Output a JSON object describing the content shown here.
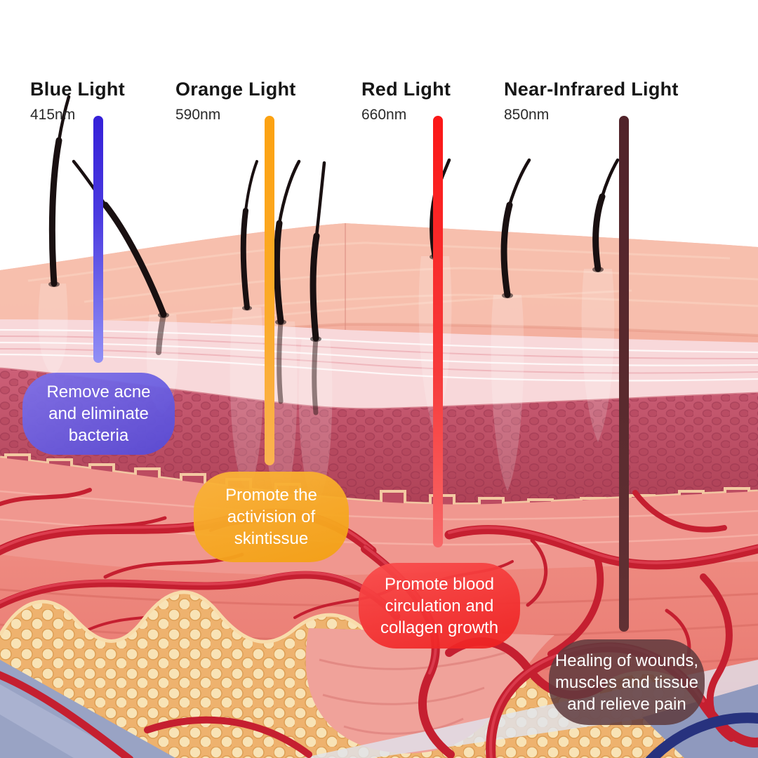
{
  "lights": [
    {
      "id": "blue",
      "name": "Blue Light",
      "wavelength": "415nm",
      "benefit": "Remove acne\nand eliminate\nbacteria",
      "beam_color_top": "#3520d8",
      "beam_color_bottom": "#9290f5",
      "bubble_color": "#6558da"
    },
    {
      "id": "orange",
      "name": "Orange Light",
      "wavelength": "590nm",
      "benefit": "Promote the\nactivision of\nskintissue",
      "beam_color_top": "#fca211",
      "beam_color_bottom": "#fbb351",
      "bubble_color": "#f6a71f"
    },
    {
      "id": "red",
      "name": "Red Light",
      "wavelength": "660nm",
      "benefit": "Promote blood\ncirculation and\ncollagen growth",
      "beam_color_top": "#fb1717",
      "beam_color_bottom": "#f76868",
      "bubble_color": "#f23636"
    },
    {
      "id": "near-infrared",
      "name": "Near-Infrared Light",
      "wavelength": "850nm",
      "benefit": "Healing of wounds,\nmuscles and tissue\nand relieve pain",
      "beam_color_top": "#51232a",
      "beam_color_bottom": "#613134",
      "bubble_color": "#5e3a3d"
    }
  ],
  "illustration": {
    "subject": "3D cross-section of human skin layers with hairs, dermis, blood vessels and fat tissue",
    "heading_text_color": "#161616",
    "background_color": "#ffffff"
  }
}
